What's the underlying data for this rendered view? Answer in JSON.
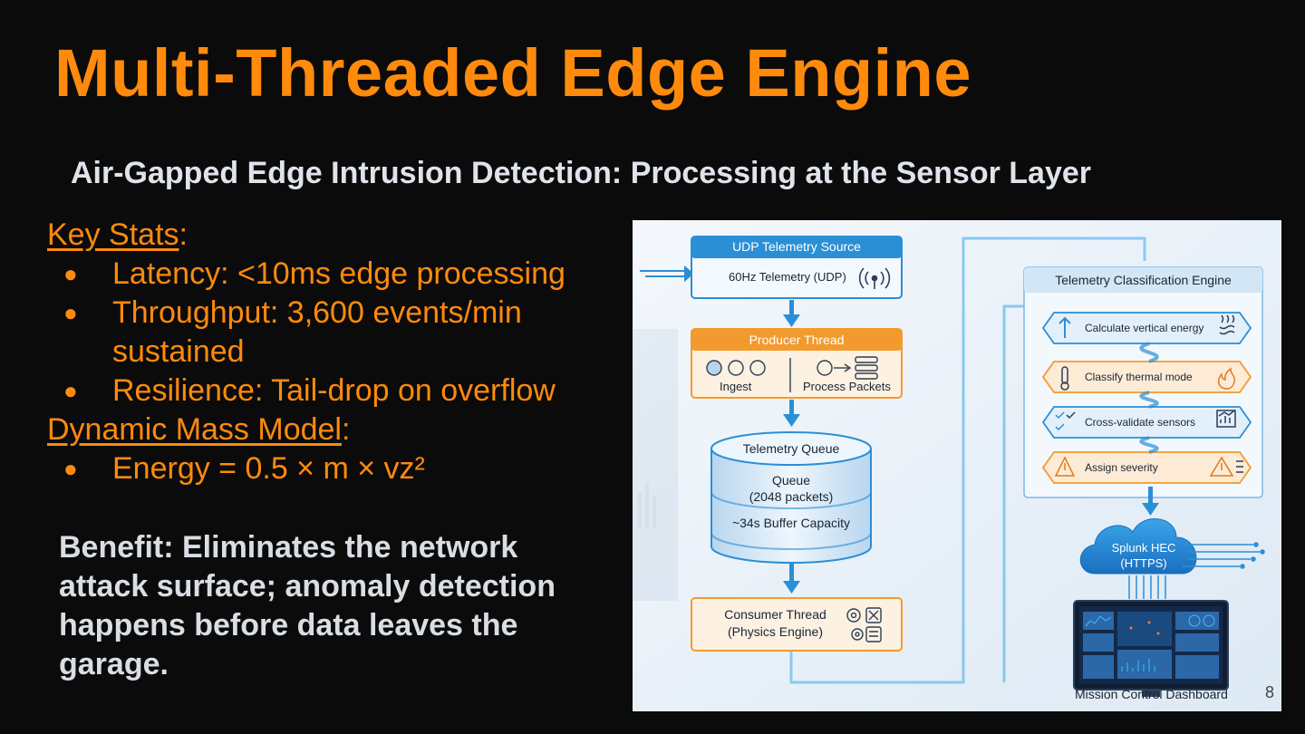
{
  "slide": {
    "title": "Multi-Threaded Edge Engine",
    "subtitle": "Air-Gapped Edge Intrusion Detection: Processing at the Sensor Layer",
    "key_stats": {
      "heading": "Key Stats",
      "colon": ":",
      "items": [
        "Latency: <10ms edge processing",
        "Throughput: 3,600 events/min",
        "sustained",
        "Resilience: Tail-drop on overflow"
      ]
    },
    "mass_model": {
      "heading": "Dynamic Mass Model",
      "colon": ":",
      "items": [
        "Energy = 0.5 × m × vz²"
      ]
    },
    "bullet": "●",
    "benefit_lines": [
      "Benefit: Eliminates the network",
      "attack surface; anomaly detection",
      "happens before data leaves the",
      "garage."
    ],
    "page_number": "8"
  },
  "diagram": {
    "udp_source": {
      "title": "UDP Telemetry Source",
      "body": "60Hz Telemetry (UDP)"
    },
    "producer": {
      "title": "Producer Thread",
      "ingest": "Ingest",
      "process": "Process Packets"
    },
    "queue": {
      "title": "Telemetry Queue",
      "line1": "Queue",
      "line2": "(2048 packets)",
      "line3": "~34s Buffer Capacity"
    },
    "consumer": {
      "line1": "Consumer Thread",
      "line2": "(Physics Engine)"
    },
    "classification": {
      "title": "Telemetry Classification Engine",
      "steps": [
        "Calculate vertical energy",
        "Classify thermal mode",
        "Cross-validate sensors",
        "Assign severity"
      ]
    },
    "splunk": {
      "line1": "Splunk HEC",
      "line2": "(HTTPS)"
    },
    "dashboard": {
      "label": "Mission Control Dashboard"
    },
    "colors": {
      "accent_orange": "#ff8a0c",
      "box_blue": "#2b8fd6",
      "box_orange": "#f39a2e",
      "background": "#0b0b0b"
    }
  }
}
